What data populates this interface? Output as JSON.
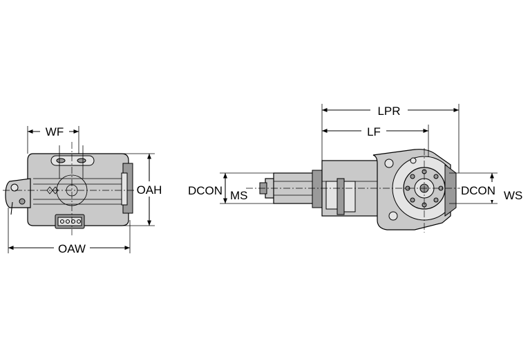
{
  "dimensions": {
    "wf": "WF",
    "oah": "OAH",
    "oaw": "OAW",
    "lpr": "LPR",
    "lf": "LF",
    "dcon": "DCON",
    "ms": "MS",
    "ws": "WS"
  },
  "colors": {
    "body": "#c9c9c9",
    "shade": "#9a9a9a",
    "highlight": "#e4e4e4",
    "line": "#000000"
  }
}
